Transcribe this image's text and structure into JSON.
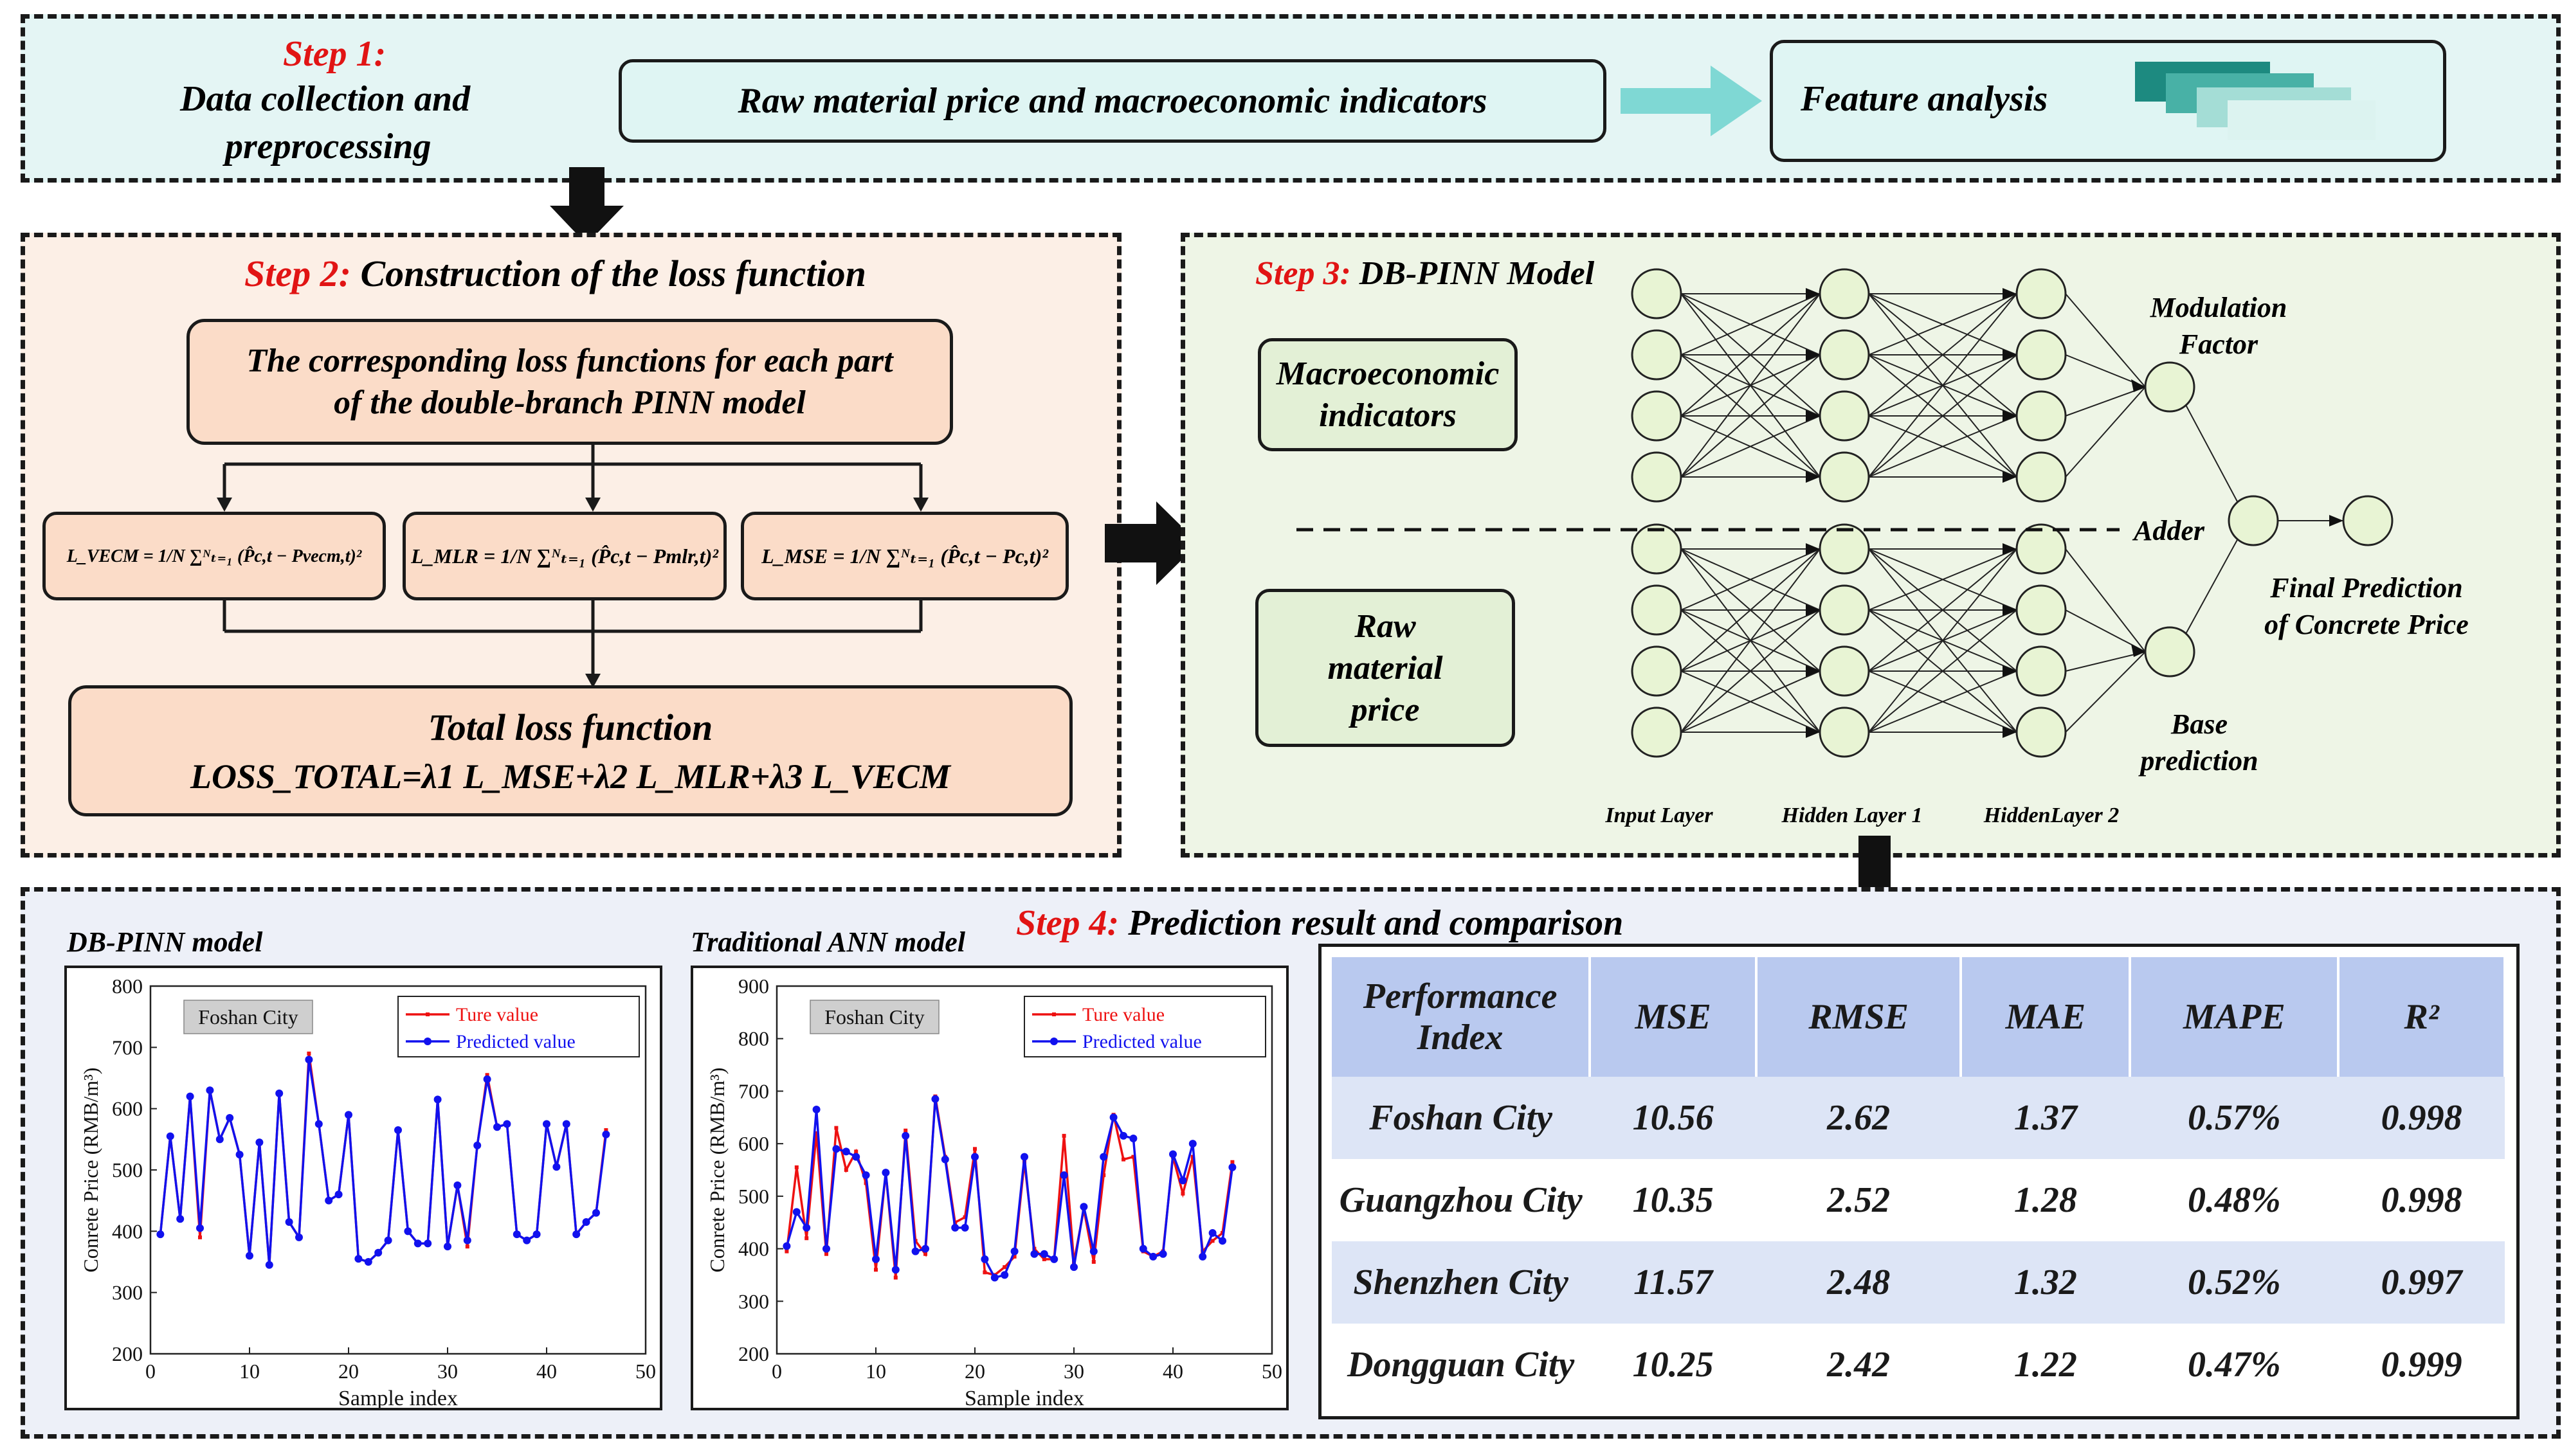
{
  "step1": {
    "step_label": "Step 1:",
    "title_line1": "Data collection and",
    "title_line2": "preprocessing",
    "raw_box": "Raw material price and macroeconomic indicators",
    "feature_box": "Feature analysis"
  },
  "step2": {
    "step_label": "Step 2:",
    "title": "Construction of the loss function",
    "top_box_line1": "The corresponding loss functions for each part",
    "top_box_line2": "of the double-branch PINN model",
    "total_title": "Total loss function",
    "loss_vecm": "L_VECM",
    "loss_mlr": "L_MLR",
    "loss_mse": "L_MSE",
    "total_formula": "LOSS_TOTAL=λ1 L_MSE+λ2 L_MLR+λ3 L_VECM"
  },
  "step3": {
    "step_label": "Step 3:",
    "title": "DB-PINN Model",
    "macro_box_line1": "Macroeconomic",
    "macro_box_line2": "indicators",
    "raw_box_line1": "Raw",
    "raw_box_line2": "material",
    "raw_box_line3": "price",
    "modulation_line1": "Modulation",
    "modulation_line2": "Factor",
    "adder": "Adder",
    "final_line1": "Final Prediction",
    "final_line2": "of Concrete Price",
    "base_line1": "Base",
    "base_line2": "prediction",
    "layer_input": "Input Layer",
    "layer_hidden1": "Hidden Layer 1",
    "layer_hidden2": "HiddenLayer 2"
  },
  "step4": {
    "step_label": "Step 4:",
    "title": "Prediction result and comparison",
    "table": {
      "headers": [
        "Performance Index",
        "MSE",
        "RMSE",
        "MAE",
        "MAPE",
        "R²"
      ],
      "rows": [
        [
          "Foshan City",
          "10.56",
          "2.62",
          "1.37",
          "0.57%",
          "0.998"
        ],
        [
          "Guangzhou City",
          "10.35",
          "2.52",
          "1.28",
          "0.48%",
          "0.998"
        ],
        [
          "Shenzhen City",
          "11.57",
          "2.48",
          "1.32",
          "0.52%",
          "0.997"
        ],
        [
          "Dongguan City",
          "10.25",
          "2.42",
          "1.22",
          "0.47%",
          "0.999"
        ]
      ]
    }
  },
  "colors": {
    "step1_bg": "#e4f5f4",
    "step2_bg": "#fcefe6",
    "step3_bg": "#eef5e6",
    "step4_bg": "#edf0f8",
    "teal_box": "#dff5f3",
    "peach_box": "#fbdcc8",
    "green_box": "#e3f0d6",
    "node_fill": "#e8f4d4",
    "true_line": "#ee1111",
    "pred_line": "#1111ee",
    "arrow_teal": "#7fd8d4",
    "arrow_green": "#a8d890",
    "table_header": "#b9c9ef"
  },
  "chart_data": [
    {
      "type": "line",
      "title": "DB-PINN model",
      "annotation": "Foshan City",
      "xlabel": "Sample index",
      "ylabel": "Conrete Price (RMB/m³)",
      "xlim": [
        0,
        50
      ],
      "ylim": [
        200,
        800
      ],
      "xticks": [
        0,
        10,
        20,
        30,
        40,
        50
      ],
      "yticks": [
        200,
        300,
        400,
        500,
        600,
        700,
        800
      ],
      "legend_position": "top-right",
      "x": [
        1,
        2,
        3,
        4,
        5,
        6,
        7,
        8,
        9,
        10,
        11,
        12,
        13,
        14,
        15,
        16,
        17,
        18,
        19,
        20,
        21,
        22,
        23,
        24,
        25,
        26,
        27,
        28,
        29,
        30,
        31,
        32,
        33,
        34,
        35,
        36,
        37,
        38,
        39,
        40,
        41,
        42,
        43,
        44,
        45,
        46
      ],
      "series": [
        {
          "name": "Ture value",
          "color": "#ee1111",
          "values": [
            395,
            555,
            420,
            620,
            390,
            630,
            550,
            585,
            525,
            360,
            545,
            345,
            625,
            415,
            390,
            690,
            575,
            450,
            460,
            590,
            355,
            350,
            365,
            385,
            565,
            400,
            380,
            380,
            615,
            375,
            475,
            375,
            540,
            655,
            570,
            575,
            395,
            385,
            395,
            575,
            505,
            575,
            395,
            415,
            430,
            565
          ]
        },
        {
          "name": "Predicted value",
          "color": "#1111ee",
          "values": [
            395,
            555,
            420,
            620,
            405,
            630,
            550,
            585,
            525,
            360,
            545,
            345,
            625,
            415,
            390,
            680,
            575,
            450,
            460,
            590,
            355,
            350,
            365,
            385,
            565,
            400,
            380,
            380,
            615,
            375,
            475,
            385,
            540,
            648,
            570,
            575,
            395,
            385,
            395,
            575,
            505,
            575,
            395,
            415,
            430,
            558
          ]
        }
      ]
    },
    {
      "type": "line",
      "title": "Traditional ANN model",
      "annotation": "Foshan City",
      "xlabel": "Sample index",
      "ylabel": "Conrete Price (RMB/m³)",
      "xlim": [
        0,
        50
      ],
      "ylim": [
        200,
        900
      ],
      "xticks": [
        0,
        10,
        20,
        30,
        40,
        50
      ],
      "yticks": [
        200,
        300,
        400,
        500,
        600,
        700,
        800,
        900
      ],
      "legend_position": "top-right",
      "x": [
        1,
        2,
        3,
        4,
        5,
        6,
        7,
        8,
        9,
        10,
        11,
        12,
        13,
        14,
        15,
        16,
        17,
        18,
        19,
        20,
        21,
        22,
        23,
        24,
        25,
        26,
        27,
        28,
        29,
        30,
        31,
        32,
        33,
        34,
        35,
        36,
        37,
        38,
        39,
        40,
        41,
        42,
        43,
        44,
        45,
        46
      ],
      "series": [
        {
          "name": "Ture value",
          "color": "#ee1111",
          "values": [
            395,
            555,
            420,
            620,
            390,
            630,
            550,
            585,
            525,
            360,
            545,
            345,
            625,
            415,
            390,
            690,
            575,
            450,
            460,
            590,
            355,
            350,
            365,
            385,
            565,
            400,
            380,
            380,
            615,
            375,
            475,
            375,
            540,
            655,
            570,
            575,
            395,
            385,
            395,
            575,
            505,
            575,
            395,
            415,
            430,
            565
          ]
        },
        {
          "name": "Predicted value",
          "color": "#1111ee",
          "values": [
            405,
            470,
            440,
            665,
            400,
            590,
            585,
            575,
            540,
            380,
            545,
            360,
            615,
            395,
            400,
            685,
            570,
            440,
            440,
            575,
            380,
            345,
            350,
            395,
            575,
            390,
            390,
            380,
            540,
            365,
            480,
            395,
            575,
            650,
            615,
            610,
            400,
            385,
            390,
            580,
            530,
            600,
            385,
            430,
            415,
            555
          ]
        }
      ]
    }
  ]
}
